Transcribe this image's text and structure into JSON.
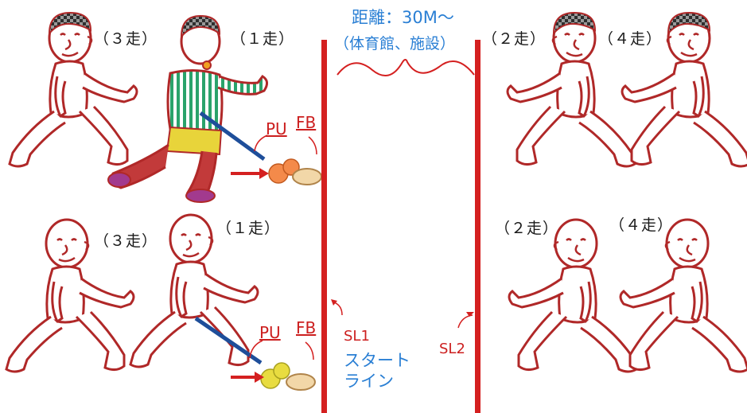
{
  "title": {
    "line1": "距離：30M～",
    "line2": "（体育館、施設）"
  },
  "runners": {
    "top": [
      "（３走）",
      "（１走）",
      "（２走）",
      "（４走）"
    ],
    "bottom": [
      "（３走）",
      "（１走）",
      "（２走）",
      "（４走）"
    ]
  },
  "labels": {
    "pu": "PU",
    "fb": "FB",
    "sl1": "SL1",
    "sl2": "SL2",
    "start_line_1": "スタート",
    "start_line_2": "ライン"
  },
  "colors": {
    "line": "#d42020",
    "figure": "#b02828",
    "accent": "#2a7fd4"
  }
}
